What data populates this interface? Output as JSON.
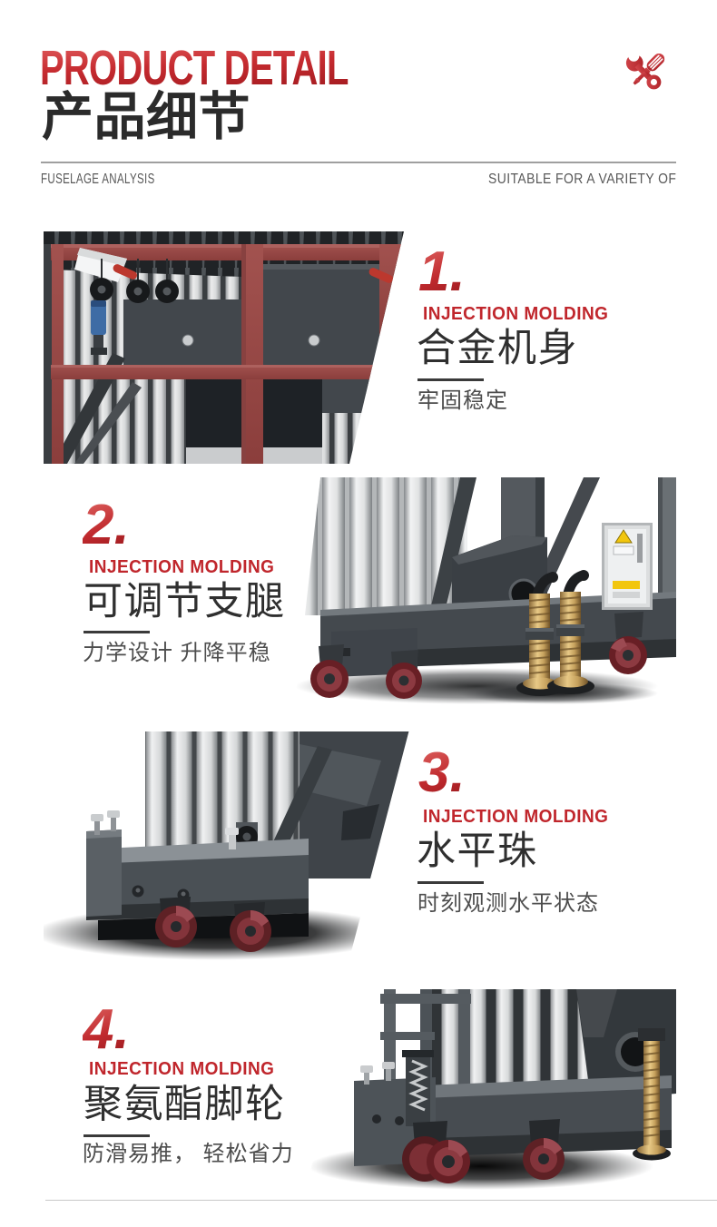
{
  "page": {
    "background": "#ffffff",
    "accent_red": "#c1272d",
    "frame_red": "#9d4b48",
    "steel_dark": "#43484d",
    "steel_light": "#d8dadb",
    "brass": "#c5a05c",
    "wheel_red": "#7e3036"
  },
  "header": {
    "title_en": "PRODUCT DETAIL",
    "title_zh": "产品细节",
    "tagline_left": "FUSELAGE ANALYSIS",
    "tagline_right": "SUITABLE FOR A VARIETY OF",
    "icon": "wrench-screwdriver-icon"
  },
  "sections": [
    {
      "number": "1.",
      "eyebrow": "INJECTION MOLDING",
      "heading": "合金机身",
      "caption": "牢固稳定",
      "image_side": "left",
      "image_desc": "alloy-body-frame-closeup"
    },
    {
      "number": "2.",
      "eyebrow": "INJECTION MOLDING",
      "heading": "可调节支腿",
      "caption": "力学设计 升降平稳",
      "image_side": "right",
      "image_desc": "adjustable-outrigger-legs"
    },
    {
      "number": "3.",
      "eyebrow": "INJECTION MOLDING",
      "heading": "水平珠",
      "caption": "时刻观测水平状态",
      "image_side": "left",
      "image_desc": "level-bead-chassis-closeup"
    },
    {
      "number": "4.",
      "eyebrow": "INJECTION MOLDING",
      "heading": "聚氨酯脚轮",
      "caption": "防滑易推， 轻松省力",
      "image_side": "right",
      "image_desc": "polyurethane-casters"
    }
  ]
}
